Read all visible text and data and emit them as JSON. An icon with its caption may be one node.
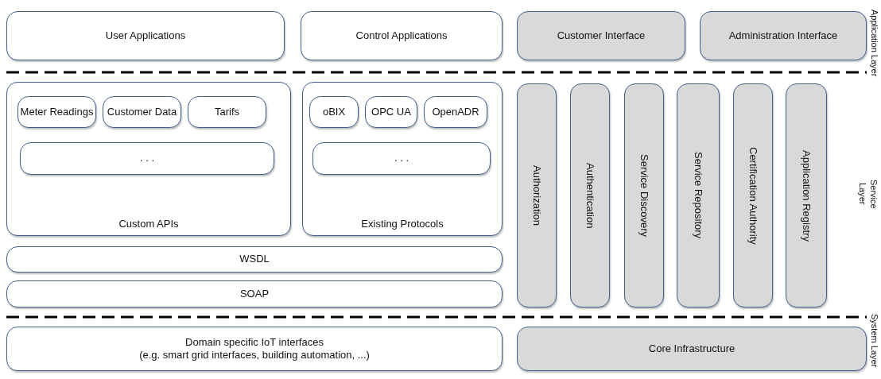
{
  "diagram": {
    "nodes": [
      {
        "text": [
          "User Applications"
        ]
      },
      {
        "text": [
          "Control Applications"
        ]
      },
      {
        "text": [
          "Customer Interface"
        ]
      },
      {
        "text": [
          "Administration Interface"
        ]
      },
      {
        "text": [
          "Custom APIs"
        ]
      },
      {
        "text": [
          "Meter Readings"
        ],
        "in": 4
      },
      {
        "text": [
          "Customer Data"
        ],
        "in": 4
      },
      {
        "text": [
          "Tarifs"
        ],
        "in": 4
      },
      {
        "text": [
          ". . ."
        ],
        "in": 4
      },
      {
        "text": [
          "Existing Protocols"
        ]
      },
      {
        "text": [
          "oBIX"
        ],
        "in": 9
      },
      {
        "text": [
          "OPC UA"
        ],
        "in": 9
      },
      {
        "text": [
          "OpenADR"
        ],
        "in": 9
      },
      {
        "text": [
          ". . ."
        ],
        "in": 9
      },
      {
        "text": [
          "Authorization"
        ]
      },
      {
        "text": [
          "Authentication"
        ]
      },
      {
        "text": [
          "Service Discovery"
        ]
      },
      {
        "text": [
          "Service Repository"
        ]
      },
      {
        "text": [
          "Certification Authority"
        ]
      },
      {
        "text": [
          "Application Registry"
        ]
      },
      {
        "text": [
          "WSDL"
        ]
      },
      {
        "text": [
          "SOAP"
        ]
      },
      {
        "text": [
          "Domain specific IoT interfaces",
          "(e.g. smart grid interfaces, building automation, ...)"
        ]
      },
      {
        "text": [
          "Core Infrastructure"
        ]
      }
    ],
    "labels": [
      "Application Layer",
      "Service Layer",
      "System Layer"
    ]
  }
}
